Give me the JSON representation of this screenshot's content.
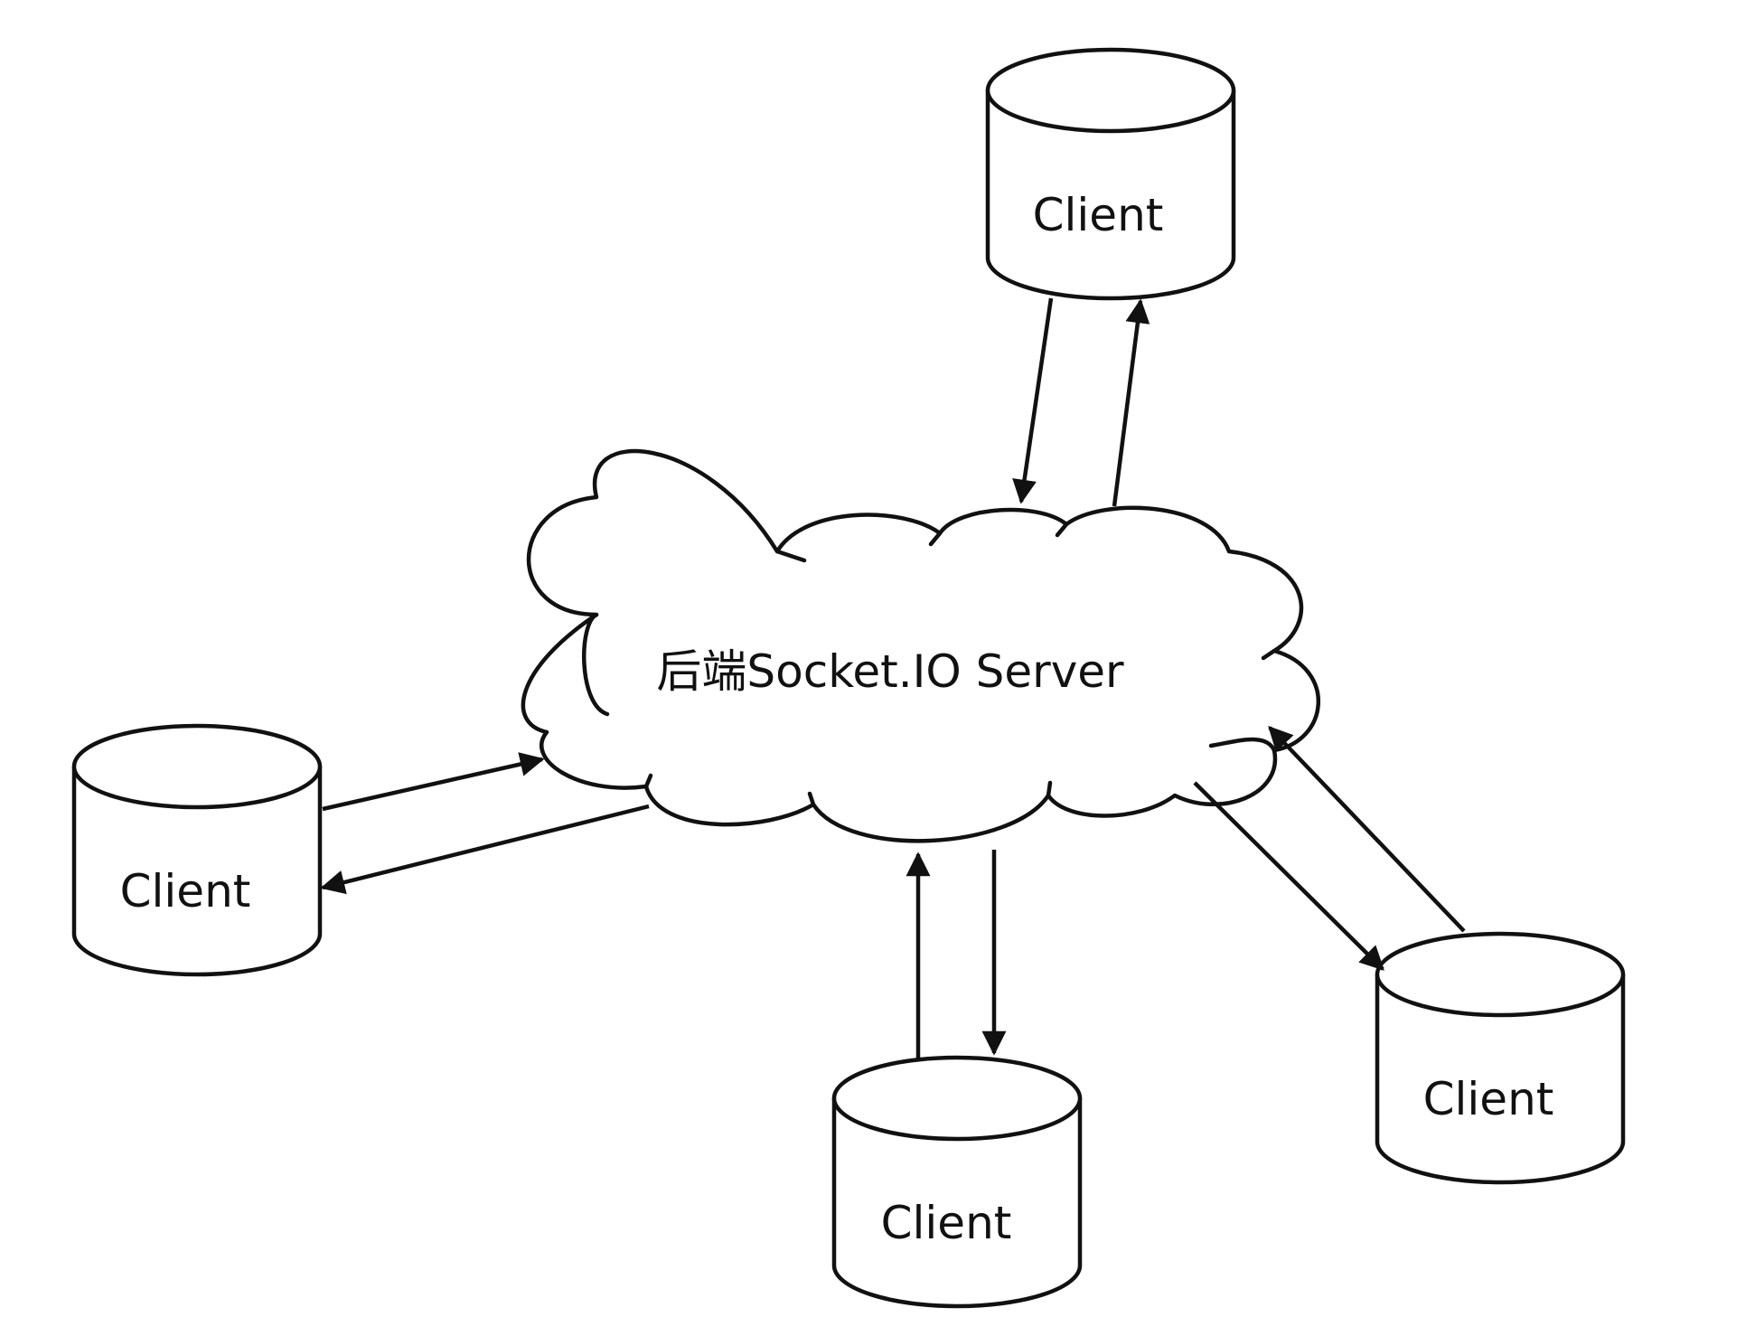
{
  "diagram": {
    "server": {
      "label": "后端Socket.IO Server"
    },
    "clients": [
      {
        "id": "top",
        "label": "Client"
      },
      {
        "id": "left",
        "label": "Client"
      },
      {
        "id": "bottom",
        "label": "Client"
      },
      {
        "id": "right",
        "label": "Client"
      }
    ],
    "connections": [
      {
        "from": "top",
        "to": "server",
        "direction": "client-to-server"
      },
      {
        "from": "server",
        "to": "top",
        "direction": "server-to-client"
      },
      {
        "from": "left",
        "to": "server",
        "direction": "client-to-server"
      },
      {
        "from": "server",
        "to": "left",
        "direction": "server-to-client"
      },
      {
        "from": "bottom",
        "to": "server",
        "direction": "client-to-server"
      },
      {
        "from": "server",
        "to": "bottom",
        "direction": "server-to-client"
      },
      {
        "from": "right",
        "to": "server",
        "direction": "client-to-server"
      },
      {
        "from": "server",
        "to": "right",
        "direction": "server-to-client"
      }
    ],
    "colors": {
      "stroke": "#111111",
      "background": "#ffffff"
    }
  }
}
